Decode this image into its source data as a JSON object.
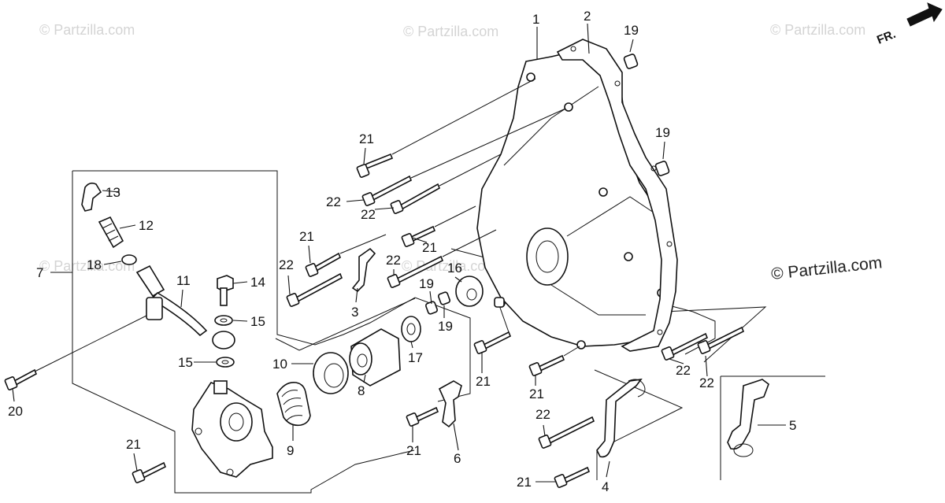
{
  "watermarks": {
    "top_left": "© Partzilla.com",
    "top_center": "© Partzilla.com",
    "top_right": "© Partzilla.com",
    "mid_left": "© Partzilla.com",
    "mid_center": "© Partzilla.com",
    "right_main": "© Partzilla.com"
  },
  "direction_indicator": {
    "text": "FR."
  },
  "callouts": {
    "c1": "1",
    "c2": "2",
    "c19a": "19",
    "c19b": "19",
    "c19c": "19",
    "c19d": "19",
    "c21a": "21",
    "c22a": "22",
    "c22b": "22",
    "c13": "13",
    "c12": "12",
    "c18": "18",
    "c7": "7",
    "c11": "11",
    "c14": "14",
    "c15a": "15",
    "c15b": "15",
    "c20": "20",
    "c21b": "21",
    "c22c": "22",
    "c3": "3",
    "c21c": "21",
    "c22d": "22",
    "c16": "16",
    "c10": "10",
    "c8": "8",
    "c17": "17",
    "c9": "9",
    "c21d": "21",
    "c21e": "21",
    "c21f": "21",
    "c6": "6",
    "c22e": "22",
    "c22f": "22",
    "c4": "4",
    "c21g": "21",
    "c22g": "22",
    "c5": "5",
    "c21h": "21"
  }
}
